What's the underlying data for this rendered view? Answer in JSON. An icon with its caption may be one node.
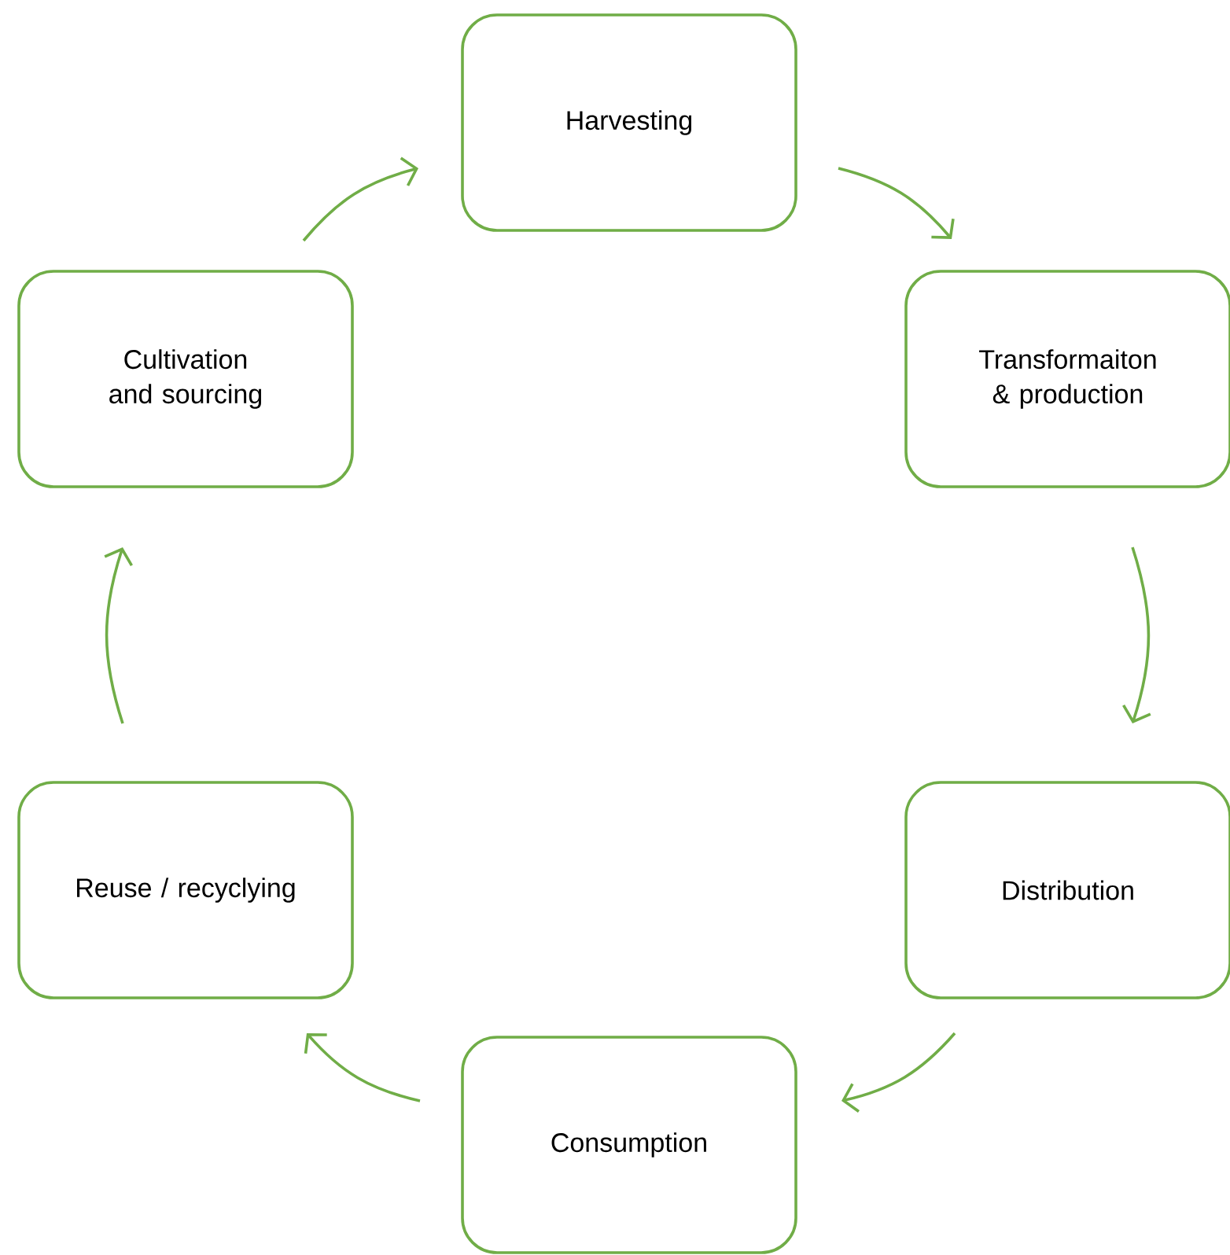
{
  "diagram": {
    "nodes": [
      {
        "text": [
          "Harvesting"
        ]
      },
      {
        "text": [
          "Transformaiton & production"
        ]
      },
      {
        "text": [
          "Distribution"
        ]
      },
      {
        "text": [
          "Consumption"
        ]
      },
      {
        "text": [
          "Reuse / recyclying"
        ]
      },
      {
        "text": [
          "Cultivation and sourcing"
        ]
      }
    ],
    "edges": [
      {
        "from": 0,
        "to": 1,
        "arrow": "to"
      },
      {
        "from": 1,
        "to": 2,
        "arrow": "to"
      },
      {
        "from": 2,
        "to": 3,
        "arrow": "to"
      },
      {
        "from": 3,
        "to": 4,
        "arrow": "to"
      },
      {
        "from": 4,
        "to": 5,
        "arrow": "to"
      },
      {
        "from": 5,
        "to": 0,
        "arrow": "to"
      }
    ]
  }
}
